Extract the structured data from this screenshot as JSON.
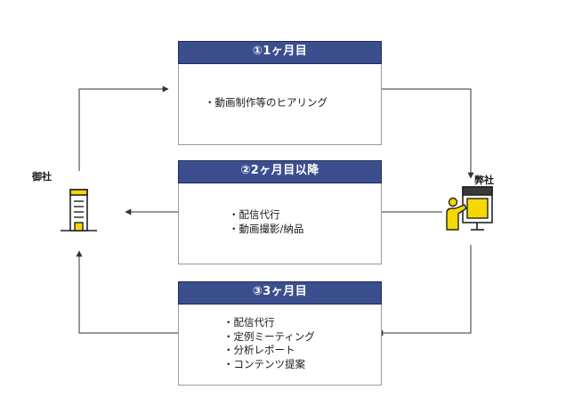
{
  "colors": {
    "header_bg": "#3b4f8e",
    "line": "#333333",
    "accent_yellow": "#f5d800"
  },
  "client": {
    "label": "御社",
    "icon": "office-building-icon"
  },
  "company": {
    "label": "弊社",
    "icon": "person-at-board-icon"
  },
  "steps": [
    {
      "title": "①1ヶ月目",
      "items": [
        "・動画制作等のヒアリング"
      ]
    },
    {
      "title": "②2ヶ月目以降",
      "items": [
        "・配信代行",
        "・動画撮影/納品"
      ]
    },
    {
      "title": "③3ヶ月目",
      "items": [
        "・配信代行",
        "・定例ミーティング",
        "・分析レポート",
        "・コンテンツ提案"
      ]
    }
  ]
}
